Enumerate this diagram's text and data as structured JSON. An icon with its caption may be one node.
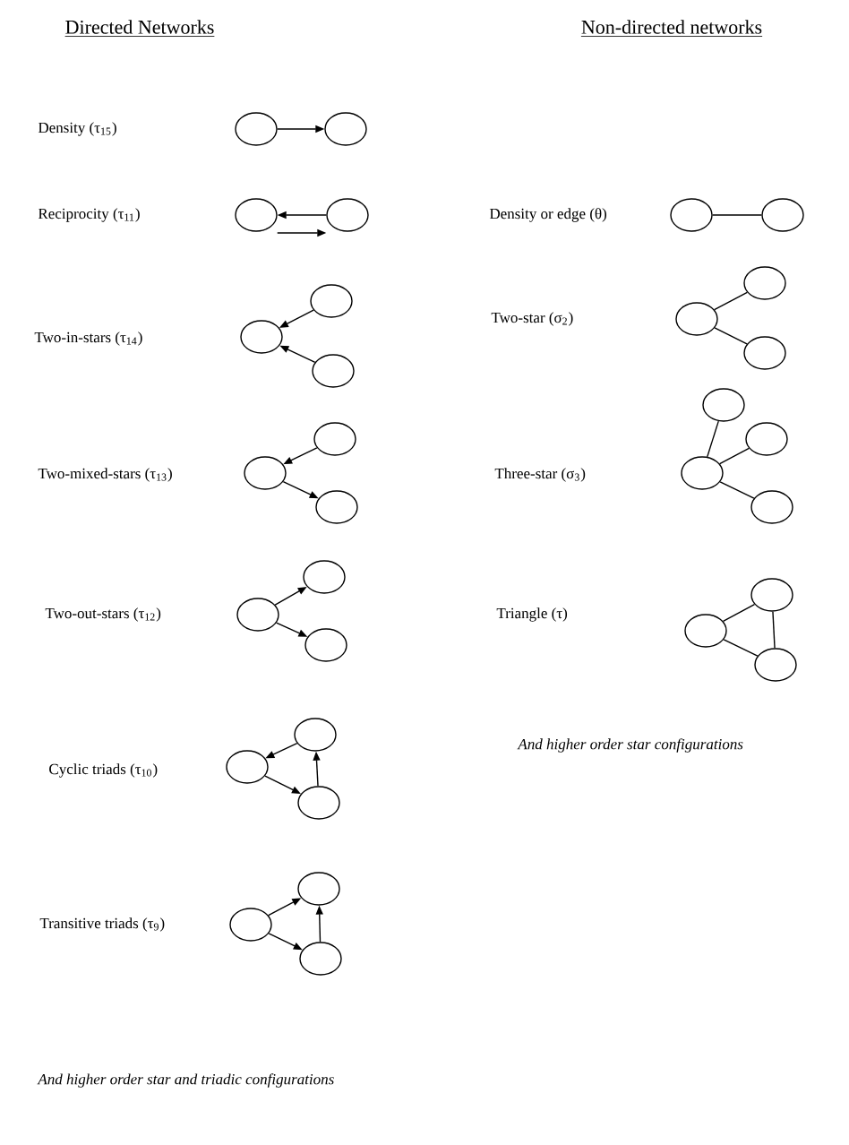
{
  "diagram": {
    "nodes": [
      {
        "text": [],
        "shape": "circle"
      },
      {
        "text": [],
        "shape": "circle"
      },
      {
        "text": [],
        "shape": "circle"
      },
      {
        "text": [],
        "shape": "circle"
      },
      {
        "text": [],
        "shape": "circle"
      },
      {
        "text": [],
        "shape": "circle"
      },
      {
        "text": [],
        "shape": "circle"
      },
      {
        "text": [],
        "shape": "circle"
      },
      {
        "text": [],
        "shape": "circle"
      },
      {
        "text": [],
        "shape": "circle"
      },
      {
        "text": [],
        "shape": "circle"
      },
      {
        "text": [],
        "shape": "circle"
      },
      {
        "text": [],
        "shape": "circle"
      },
      {
        "text": [],
        "shape": "circle"
      },
      {
        "text": [],
        "shape": "circle"
      },
      {
        "text": [],
        "shape": "circle"
      },
      {
        "text": [],
        "shape": "circle"
      },
      {
        "text": [],
        "shape": "circle"
      },
      {
        "text": [],
        "shape": "circle"
      },
      {
        "text": [],
        "shape": "circle"
      },
      {
        "text": [],
        "shape": "circle"
      },
      {
        "text": [],
        "shape": "circle"
      },
      {
        "text": [],
        "shape": "circle"
      },
      {
        "text": [],
        "shape": "circle"
      },
      {
        "text": [],
        "shape": "circle"
      },
      {
        "text": [],
        "shape": "circle"
      },
      {
        "text": [],
        "shape": "circle"
      },
      {
        "text": [],
        "shape": "circle"
      },
      {
        "text": [],
        "shape": "circle"
      },
      {
        "text": [],
        "shape": "circle"
      },
      {
        "text": [],
        "shape": "circle"
      }
    ],
    "edges": [
      {
        "from": 0,
        "to": 1,
        "arrow": "to"
      },
      {
        "from": 3,
        "to": 2,
        "arrow": "to"
      },
      {
        "from": 2,
        "to": 3,
        "arrow": "to"
      },
      {
        "from": 4,
        "to": 5,
        "arrow": "none"
      },
      {
        "from": 7,
        "to": 6,
        "arrow": "to"
      },
      {
        "from": 8,
        "to": 6,
        "arrow": "to"
      },
      {
        "from": 9,
        "to": 10,
        "arrow": "none"
      },
      {
        "from": 9,
        "to": 11,
        "arrow": "none"
      },
      {
        "from": 13,
        "to": 12,
        "arrow": "to"
      },
      {
        "from": 12,
        "to": 14,
        "arrow": "to"
      },
      {
        "from": 15,
        "to": 16,
        "arrow": "none"
      },
      {
        "from": 15,
        "to": 17,
        "arrow": "none"
      },
      {
        "from": 15,
        "to": 18,
        "arrow": "none"
      },
      {
        "from": 19,
        "to": 20,
        "arrow": "to"
      },
      {
        "from": 19,
        "to": 21,
        "arrow": "to"
      },
      {
        "from": 22,
        "to": 23,
        "arrow": "none"
      },
      {
        "from": 23,
        "to": 24,
        "arrow": "none"
      },
      {
        "from": 22,
        "to": 24,
        "arrow": "none"
      },
      {
        "from": 26,
        "to": 25,
        "arrow": "to"
      },
      {
        "from": 25,
        "to": 27,
        "arrow": "to"
      },
      {
        "from": 27,
        "to": 26,
        "arrow": "to"
      },
      {
        "from": 28,
        "to": 29,
        "arrow": "to"
      },
      {
        "from": 28,
        "to": 30,
        "arrow": "to"
      },
      {
        "from": 30,
        "to": 29,
        "arrow": "to"
      }
    ],
    "labels": [
      "Directed Networks",
      "Non-directed networks",
      "Density (τ$_{15}$)",
      "Reciprocity (τ$_{11}$)",
      "Density or edge (θ)",
      "Two-in-stars (τ$_{14}$)",
      "Two-star (σ$_{2}$)",
      "Two-mixed-stars (τ$_{13}$)",
      "Three-star (σ$_{3}$)",
      "Two-out-stars (τ$_{12}$)",
      "Triangle (τ)",
      "Cyclic triads (τ$_{10}$)",
      "And higher order star configurations",
      "Transitive triads (τ$_{9}$)",
      "And higher order star and triadic configurations"
    ]
  }
}
